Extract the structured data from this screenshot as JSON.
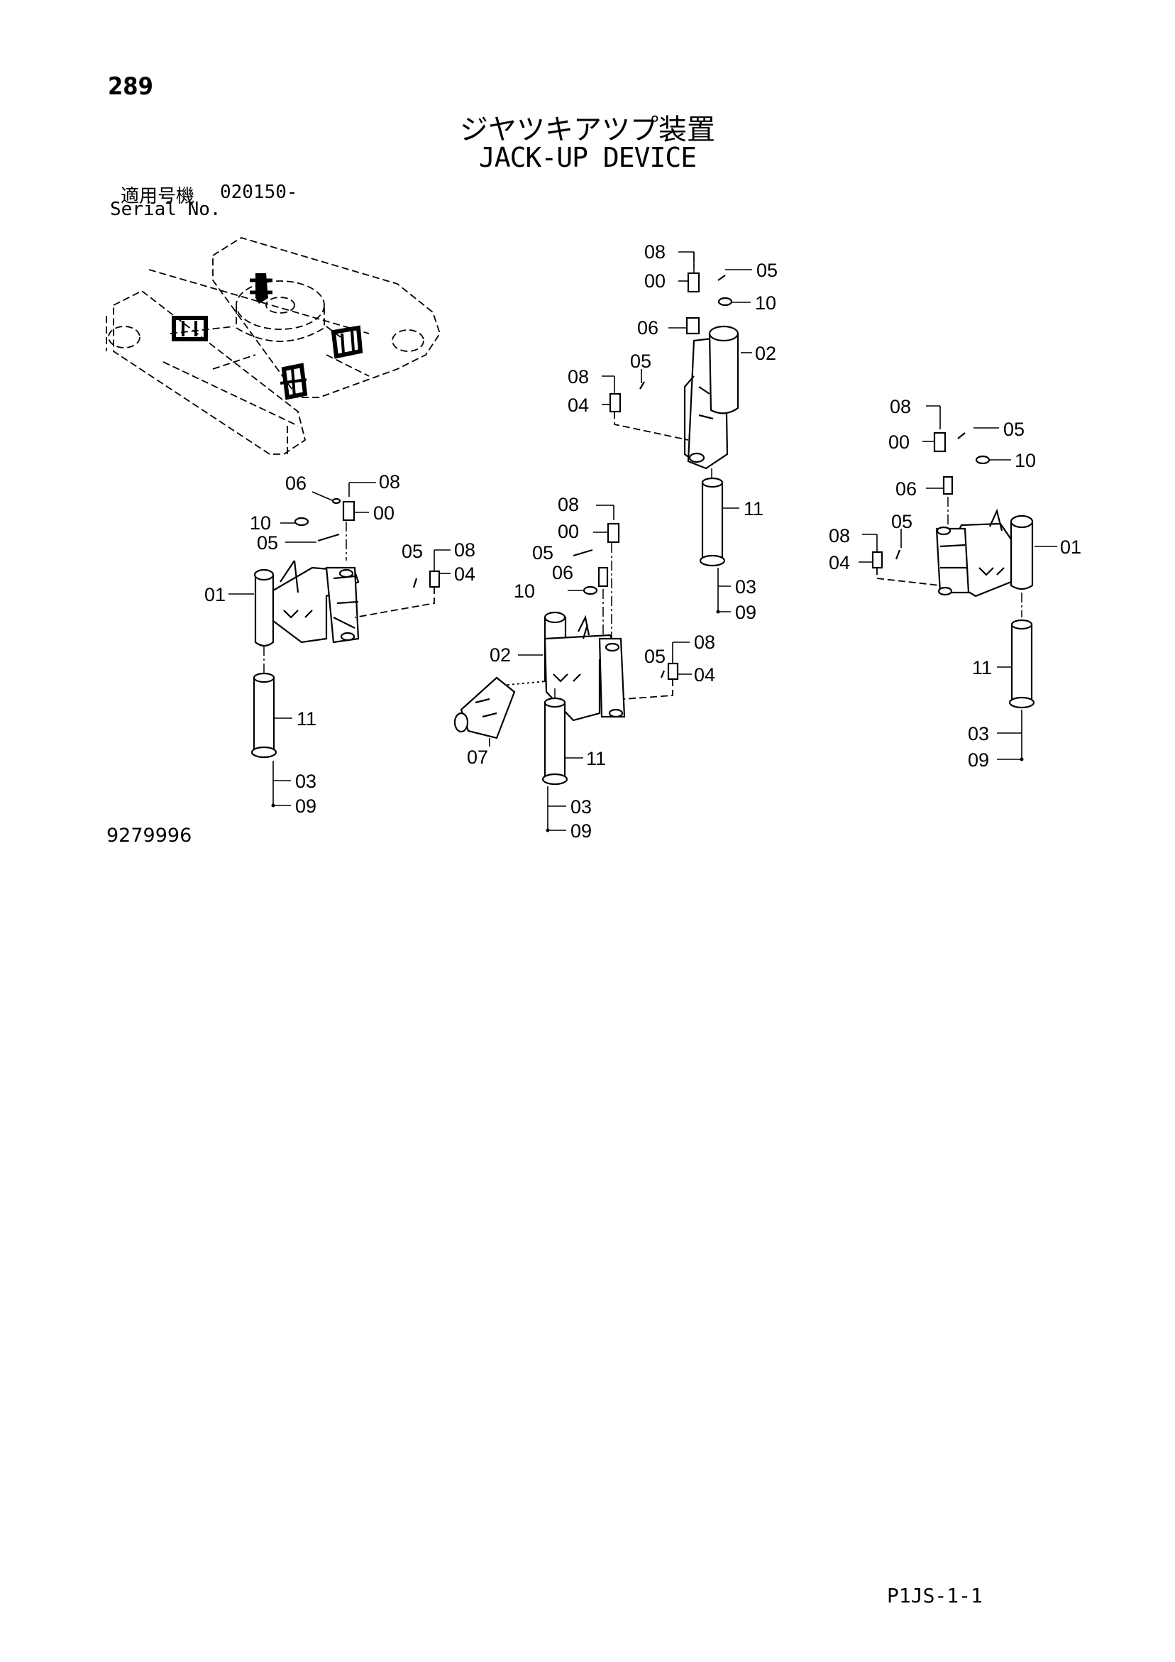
{
  "header": {
    "page_number": "289",
    "title_ja": "ジヤツキアツプ装置",
    "title_en": "JACK-UP DEVICE",
    "serial_label_ja": "適用号機",
    "serial_label_en": "Serial No.",
    "serial_value": "020150-"
  },
  "figure_number": "9279996",
  "sheet_code": "P1JS-1-1",
  "callouts": {
    "top_center": [
      "08",
      "00",
      "05",
      "10",
      "06",
      "02",
      "08",
      "05",
      "04",
      "11",
      "03",
      "09"
    ],
    "left": [
      "06",
      "08",
      "10",
      "00",
      "05",
      "05",
      "08",
      "04",
      "01",
      "11",
      "03",
      "09"
    ],
    "center": [
      "08",
      "00",
      "05",
      "06",
      "10",
      "02",
      "05",
      "08",
      "04",
      "07",
      "11",
      "03",
      "09"
    ],
    "right": [
      "08",
      "00",
      "05",
      "10",
      "06",
      "08",
      "05",
      "04",
      "01",
      "11",
      "03",
      "09"
    ]
  }
}
